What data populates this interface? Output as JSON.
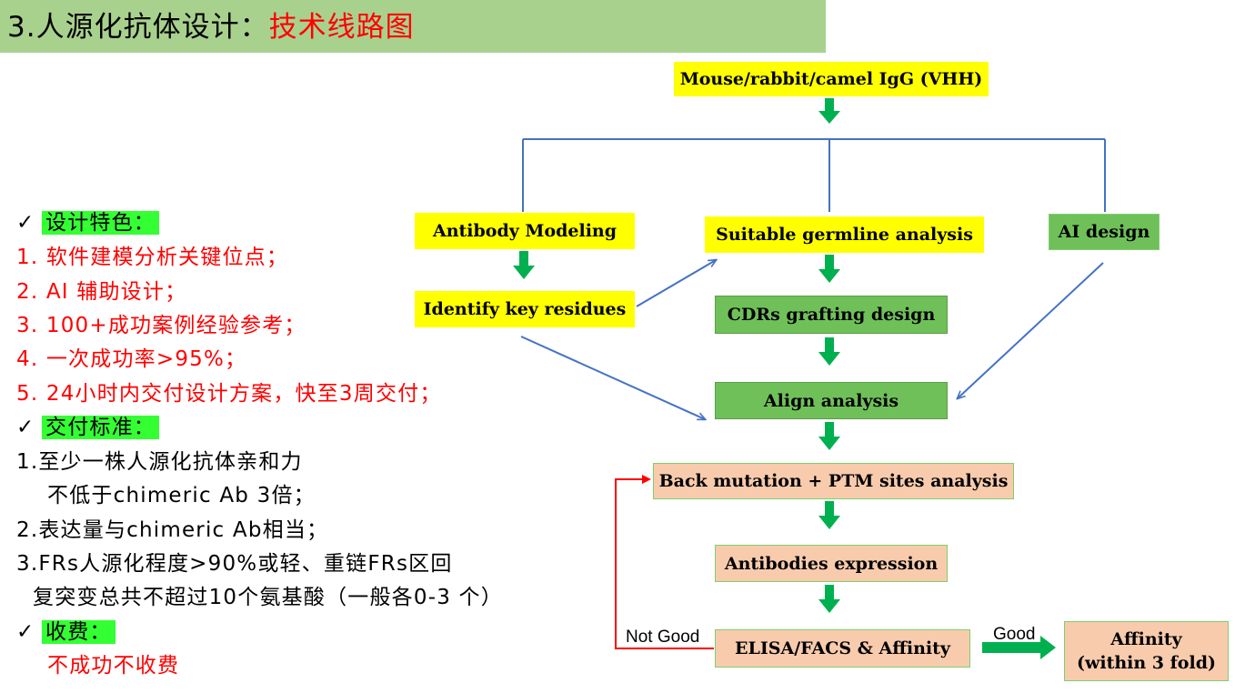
{
  "title": {
    "prefix": "3.人源化抗体设计：",
    "accent": "技术线路图"
  },
  "left_list": {
    "check_mark": "✓",
    "features_heading": "设计特色：",
    "features": [
      "1. 软件建模分析关键位点；",
      "2. AI 辅助设计；",
      "3. 100+成功案例经验参考；",
      "4. 一次成功率>95%；",
      "5. 24小时内交付设计方案，快至3周交付；"
    ],
    "delivery_heading": "交付标准：",
    "delivery": [
      "1.至少一株人源化抗体亲和力",
      "不低于chimeric Ab 3倍；",
      "2.表达量与chimeric Ab相当；",
      "3.FRs人源化程度>90%或轻、重链FRs区回",
      "复突变总共不超过10个氨基酸（一般各0-3 个）"
    ],
    "fee_heading": "收费：",
    "fee_text": "不成功不收费"
  },
  "flow": {
    "source": "Mouse/rabbit/camel IgG (VHH)",
    "antibody_modeling": "Antibody Modeling",
    "germline": "Suitable germline analysis",
    "ai_design": "AI design",
    "identify": "Identify key residues",
    "cdr_grafting": "CDRs grafting design",
    "align": "Align analysis",
    "back_mutation": "Back mutation + PTM sites analysis",
    "expression": "Antibodies expression",
    "elisa": "ELISA/FACS & Affinity",
    "affinity_line1": "Affinity",
    "affinity_line2": "(within 3 fold)",
    "not_good": "Not Good",
    "good": "Good"
  },
  "colors": {
    "title_bar": "#a9d18e",
    "highlight": "#33ff33",
    "red": "#ff0000",
    "yellow_box": "#ffff00",
    "green_box": "#70c05a",
    "peach_box": "#f8cbad",
    "blue_line": "#4472c4",
    "green_arrow": "#00b050"
  }
}
